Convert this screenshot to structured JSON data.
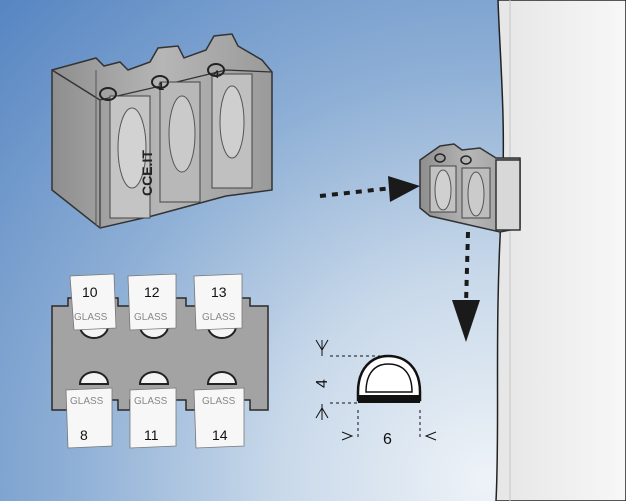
{
  "brand_mark": "CCE.IT",
  "top_gauge": {
    "positions": [
      "10",
      "12",
      "13"
    ],
    "word": "GLASS"
  },
  "bottom_gauge": {
    "positions": [
      "8",
      "11",
      "14"
    ],
    "word": "GLASS"
  },
  "block_numbers": [
    "1",
    "4"
  ],
  "seal_profile": {
    "height_label": "4",
    "width_label": "6"
  },
  "colors": {
    "background_dark": "#5685c2",
    "background_light": "#eef3f8",
    "part_gray": "#a3a3a3",
    "arrow": "#1a1a1a"
  }
}
